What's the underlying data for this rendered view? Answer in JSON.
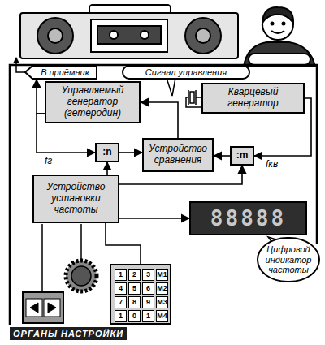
{
  "diagram": {
    "caption": "ОРГАНЫ НАСТРОЙКИ",
    "nodes": [
      {
        "text": [
          "В приёмник"
        ]
      },
      {
        "text": [
          "Сигнал управления"
        ]
      },
      {
        "text": [
          "Управляемый генератор (гетеродин)"
        ]
      },
      {
        "text": [
          "Кварцевый генератор"
        ]
      },
      {
        "text": [
          ":n"
        ]
      },
      {
        "text": [
          "Устройство сравнения"
        ]
      },
      {
        "text": [
          ":m"
        ]
      },
      {
        "text": [
          "Устройство установки частоты"
        ]
      },
      {
        "text": [
          "88888"
        ]
      },
      {
        "text": [
          "Цифровой индикатор частоты"
        ]
      },
      {
        "text": []
      },
      {
        "text": [
          "1"
        ],
        "in": 10
      },
      {
        "text": [
          "2"
        ],
        "in": 10
      },
      {
        "text": [
          "3"
        ],
        "in": 10
      },
      {
        "text": [
          "M1"
        ],
        "in": 10
      },
      {
        "text": [
          "4"
        ],
        "in": 10
      },
      {
        "text": [
          "5"
        ],
        "in": 10
      },
      {
        "text": [
          "6"
        ],
        "in": 10
      },
      {
        "text": [
          "M2"
        ],
        "in": 10
      },
      {
        "text": [
          "7"
        ],
        "in": 10
      },
      {
        "text": [
          "8"
        ],
        "in": 10
      },
      {
        "text": [
          "9"
        ],
        "in": 10
      },
      {
        "text": [
          "M3"
        ],
        "in": 10
      },
      {
        "text": [
          "1"
        ],
        "in": 10
      },
      {
        "text": [
          "0"
        ],
        "in": 10
      },
      {
        "text": [
          "1"
        ],
        "in": 10
      },
      {
        "text": [
          "M4"
        ],
        "in": 10
      }
    ],
    "edges": [
      {
        "from": 2,
        "to": 0,
        "arrow": "to"
      },
      {
        "from": 2,
        "to": 4,
        "label": "fг",
        "arrow": "to"
      },
      {
        "from": 4,
        "to": 5,
        "arrow": "to"
      },
      {
        "from": 3,
        "to": 6,
        "label": "fкв",
        "arrow": "to"
      },
      {
        "from": 6,
        "to": 5,
        "arrow": "to"
      },
      {
        "from": 5,
        "to": 2,
        "arrow": "to"
      },
      {
        "from": 7,
        "to": 4,
        "arrow": "to"
      },
      {
        "from": 7,
        "to": 6,
        "arrow": "to"
      },
      {
        "from": 7,
        "to": 8,
        "arrow": "to"
      },
      {
        "from": 10,
        "to": 7,
        "arrow": "none"
      }
    ]
  }
}
